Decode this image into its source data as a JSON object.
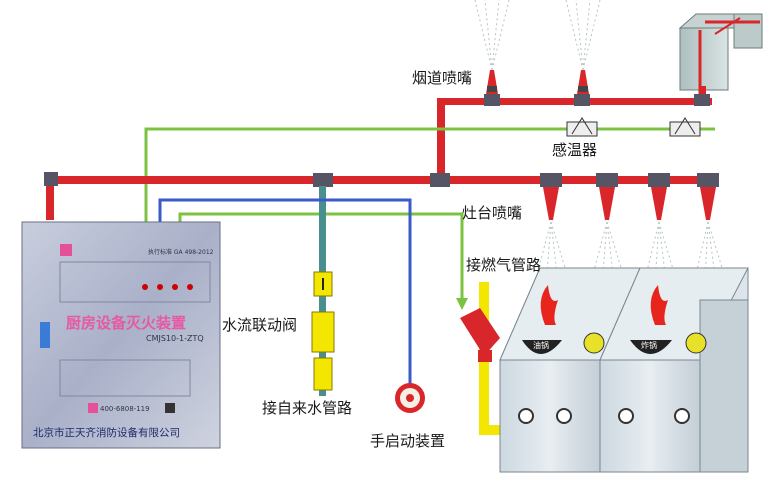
{
  "labels": {
    "smoke_nozzle": "烟道喷嘴",
    "temp_sensor": "感温器",
    "stove_nozzle": "灶台喷嘴",
    "gas_pipe": "接燃气管路",
    "water_valve": "水流联动阀",
    "water_pipe": "接自来水管路",
    "manual_device": "手启动装置"
  },
  "cabinet": {
    "title": "厨房设备灭火装置",
    "model": "CMJS10-1-ZTQ",
    "standard": "执行标准  GA 498-2012",
    "phone": "400-6808-119",
    "company": "北京市正天齐消防设备有限公司"
  },
  "stove": {
    "left_pot": "油锅",
    "right_pot": "炸锅"
  },
  "colors": {
    "agent_pipe": "#d8262a",
    "signal_green": "#7cc242",
    "water_blue": "#3a5bc7",
    "gas_yellow": "#f3e600",
    "valve_pipe": "#4a8f8f"
  }
}
